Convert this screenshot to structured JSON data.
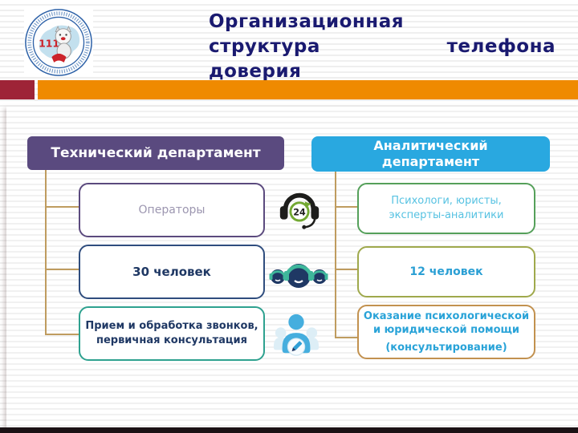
{
  "header": {
    "title_line1": "Организационная",
    "title_line2a": "структура",
    "title_line2b": "телефона",
    "title_line3": "доверия",
    "title_full": "Организационная структура телефона доверия",
    "logo_number": "111"
  },
  "colors": {
    "title_text": "#1a1a70",
    "accent_maroon": "#9e2437",
    "accent_orange": "#ef8a00",
    "dept_tech_bg": "#5a4a7f",
    "dept_analytic_bg": "#29a8e0",
    "connector": "#bf9c5f",
    "footer_bar": "#1b1215"
  },
  "org_chart": {
    "left": {
      "header": "Технический департамент",
      "boxes": [
        {
          "lines": [
            "Операторы"
          ]
        },
        {
          "lines": [
            "30 человек"
          ]
        },
        {
          "lines": [
            "Прием и обработка звонков,",
            "первичная консультация"
          ]
        }
      ]
    },
    "right": {
      "header_line1": "Аналитический",
      "header_line2": "департамент",
      "boxes": [
        {
          "lines": [
            "Психологи, юристы,",
            "эксперты-аналитики"
          ]
        },
        {
          "lines": [
            "12 человек"
          ]
        },
        {
          "lines": [
            "Оказание психологической",
            "и юридической помощи",
            "(консультирование)"
          ]
        }
      ]
    },
    "icons": {
      "support_24": {
        "name": "24-hour-support-icon",
        "label": "24"
      },
      "operators": {
        "name": "call-center-operators-icon"
      },
      "consultant": {
        "name": "person-edit-icon"
      }
    }
  }
}
